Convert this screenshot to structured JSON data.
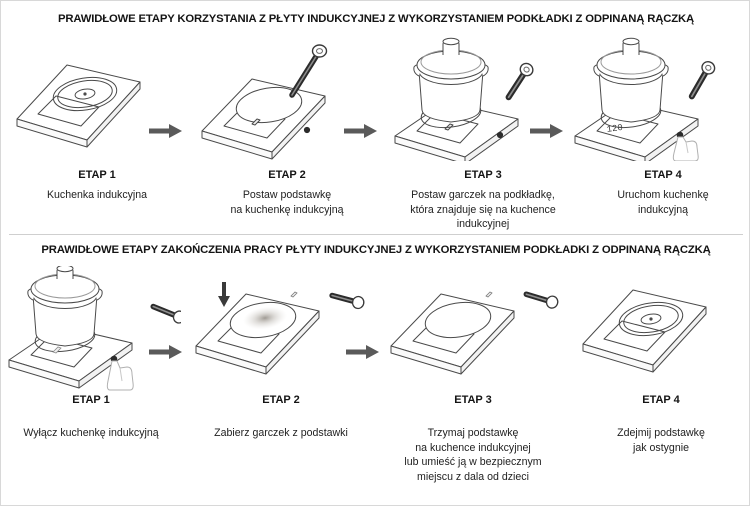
{
  "document": {
    "language": "pl",
    "sections": [
      {
        "id": "section-usage",
        "title": "PRAWIDŁOWE ETAPY KORZYSTANIA Z PŁYTY INDUKCYJNEJ  Z WYKORZYSTANIEM PODKŁADKI Z ODPINANĄ RĄCZKĄ",
        "steps": [
          {
            "label": "ETAP 1",
            "caption": "Kuchenka indukcyjna",
            "caption_lines": [
              "Kuchenka indukcyjna"
            ],
            "scene": "induction-hob-plain"
          },
          {
            "label": "ETAP 2",
            "caption": "Postaw podstawkę na kuchenkę indukcyjną",
            "caption_lines": [
              "Postaw podstawkę",
              "na kuchenkę indukcyjną"
            ],
            "scene": "hob-with-trivet-and-handle"
          },
          {
            "label": "ETAP 3",
            "caption": "Postaw garczek na podkładkę, która znajduje się na kuchence indukcyjnej",
            "caption_lines": [
              "Postaw garczek na podkładkę,",
              "która znajduje się na kuchence",
              "indukcyjnej"
            ],
            "scene": "hob-with-pot-and-detached-handle"
          },
          {
            "label": "ETAP 4",
            "caption": "Uruchom kuchenkę indukcyjną",
            "caption_lines": [
              "Uruchom kuchenkę",
              "indukcyjną"
            ],
            "scene": "hob-with-pot-hand-pressing-button"
          }
        ]
      },
      {
        "id": "section-finishing",
        "title": "PRAWIDŁOWE ETAPY ZAKOŃCZENIA PRACY  PŁYTY INDUKCYJNEJ  Z WYKORZYSTANIEM PODKŁADKI Z ODPINANĄ RĄCZKĄ",
        "steps": [
          {
            "label": "ETAP 1",
            "caption": "Wyłącz kuchenkę indukcyjną",
            "caption_lines": [
              "Wyłącz kuchenkę indukcyjną"
            ],
            "scene": "hob-with-pot-hand-pressing-button"
          },
          {
            "label": "ETAP 2",
            "caption": "Zabierz garczek z podstawki",
            "caption_lines": [
              "Zabierz garczek z podstawki"
            ],
            "scene": "hob-with-hot-trivet-lift-arrow"
          },
          {
            "label": "ETAP 3",
            "caption": "Trzymaj podstawkę na kuchence indukcyjnej lub umieść ją w bezpiecznym miejscu z dala od dzieci",
            "caption_lines": [
              "Trzymaj podstawkę",
              "na kuchence indukcyjnej",
              "lub umieść ją w bezpiecznym",
              "miejscu z dala od dzieci"
            ],
            "scene": "hob-with-trivet"
          },
          {
            "label": "ETAP 4",
            "caption": "Zdejmij podstawkę jak ostygnie",
            "caption_lines": [
              "Zdejmij podstawkę",
              "jak ostygnie"
            ],
            "scene": "induction-hob-plain"
          }
        ]
      }
    ],
    "display_readout": "120",
    "icons": {
      "arrow": "arrow-right-icon",
      "detachable_handle": "detachable-handle-icon",
      "down_arrow": "arrow-down-icon"
    },
    "colors": {
      "ink": "#1a1a1a",
      "line": "#4a4a4a",
      "arrow": "#5a5a5a",
      "handle": "#2b2b2b",
      "divider": "#cfcfcf",
      "heat": "#b9b4ae"
    }
  }
}
